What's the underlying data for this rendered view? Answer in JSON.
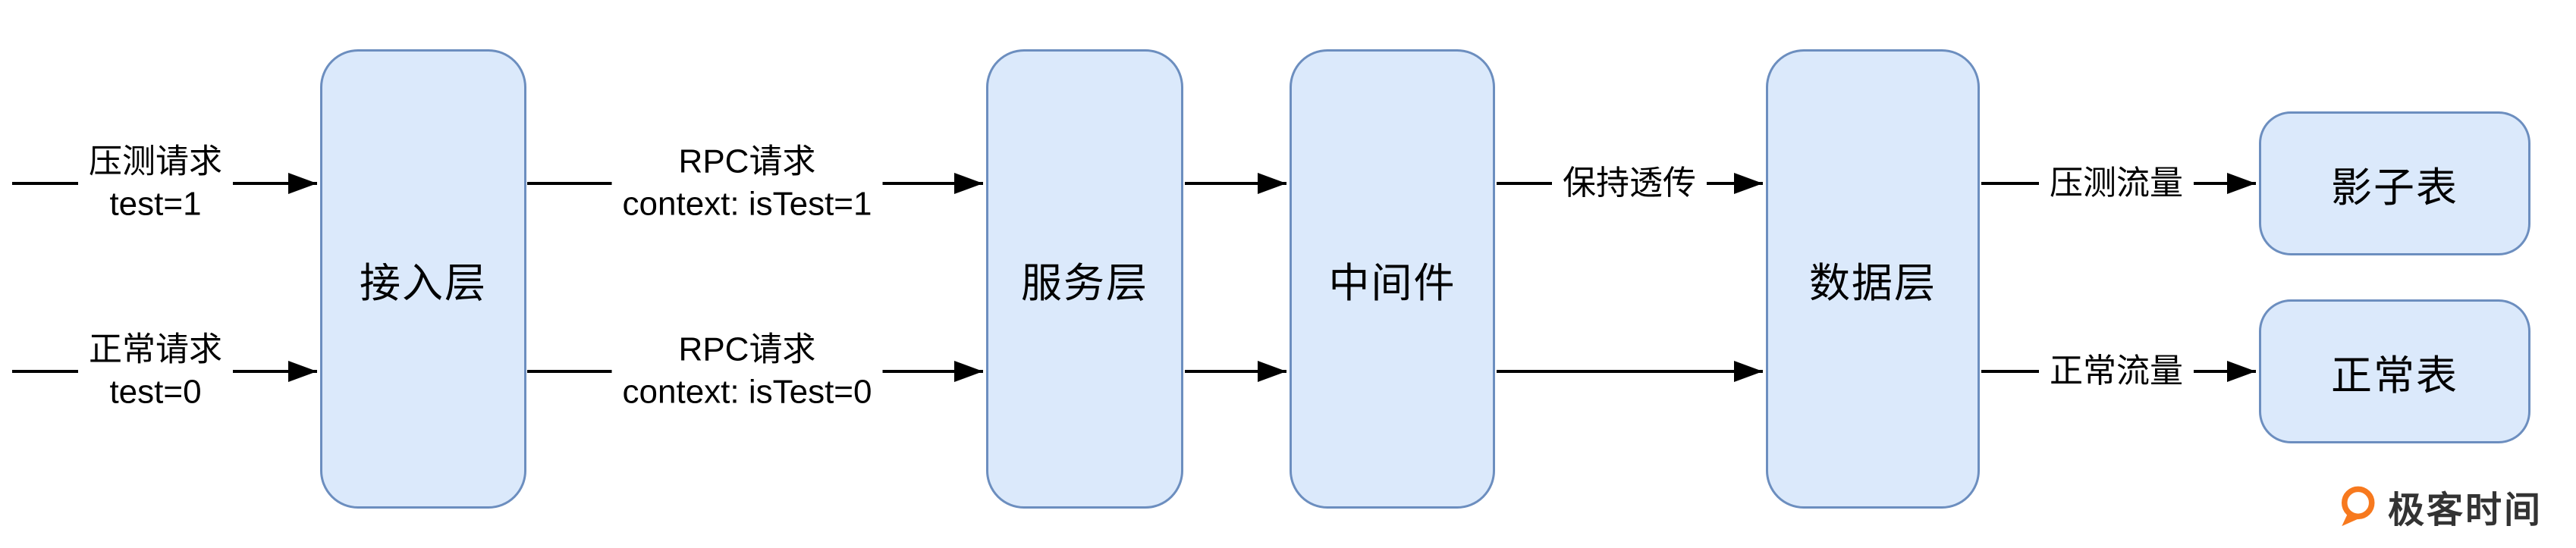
{
  "diagram": {
    "nodes": {
      "access": {
        "label": "接入层"
      },
      "service": {
        "label": "服务层"
      },
      "middleware": {
        "label": "中间件"
      },
      "data": {
        "label": "数据层"
      },
      "shadow_table": {
        "label": "影子表"
      },
      "normal_table": {
        "label": "正常表"
      }
    },
    "edge_labels": {
      "stress_request": {
        "line1": "压测请求",
        "line2": "test=1"
      },
      "normal_request": {
        "line1": "正常请求",
        "line2": "test=0"
      },
      "rpc_stress": {
        "line1": "RPC请求",
        "line2": "context: isTest=1"
      },
      "rpc_normal": {
        "line1": "RPC请求",
        "line2": "context: isTest=0"
      },
      "passthrough": {
        "line1": "保持透传"
      },
      "stress_traffic": {
        "line1": "压测流量"
      },
      "normal_traffic": {
        "line1": "正常流量"
      }
    }
  },
  "branding": {
    "logo_text": "极客时间"
  },
  "colors": {
    "node_fill": "#dbe9fb",
    "node_border": "#6c8ebf",
    "arrow": "#000000",
    "logo_orange": "#f7791e"
  }
}
